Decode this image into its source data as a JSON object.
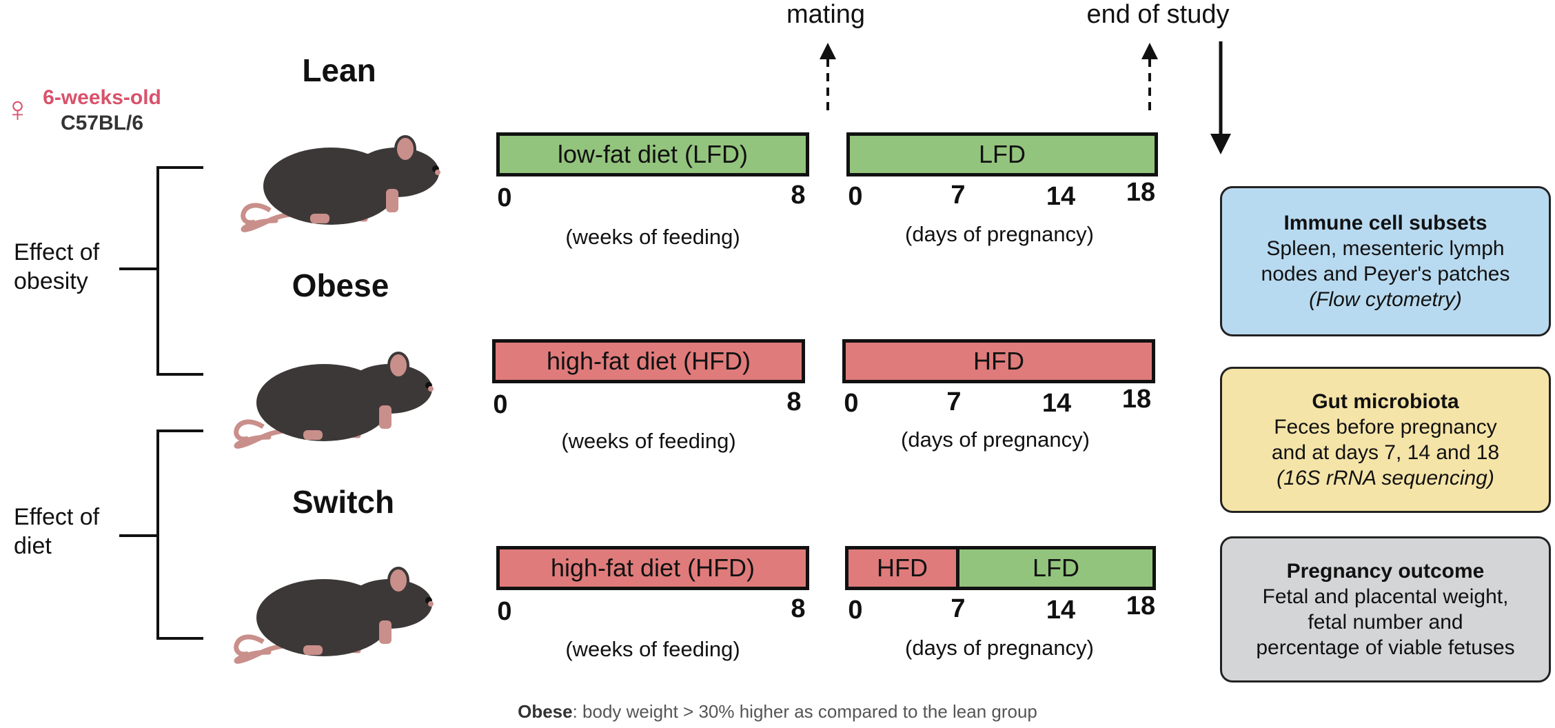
{
  "subject": {
    "line1": "6-weeks-old",
    "line2": "C57BL/6",
    "sex_symbol": "♀",
    "sex_icon": "female-symbol-icon"
  },
  "timepoints": {
    "mating": "mating",
    "end_of_study": "end of study"
  },
  "groups": [
    {
      "name": "Lean",
      "prefeeding_label": "low-fat diet (LFD)",
      "prefeeding_diet": "LFD",
      "prefeeding_ticks": [
        "0",
        "8"
      ],
      "prefeeding_unit": "(weeks of feeding)",
      "pregnancy_segments": [
        {
          "label": "LFD",
          "diet": "LFD"
        }
      ],
      "pregnancy_ticks": [
        "0",
        "7",
        "14",
        "18"
      ],
      "pregnancy_unit": "(days of pregnancy)"
    },
    {
      "name": "Obese",
      "prefeeding_label": "high-fat diet (HFD)",
      "prefeeding_diet": "HFD",
      "prefeeding_ticks": [
        "0",
        "8"
      ],
      "prefeeding_unit": "(weeks of feeding)",
      "pregnancy_segments": [
        {
          "label": "HFD",
          "diet": "HFD"
        }
      ],
      "pregnancy_ticks": [
        "0",
        "7",
        "14",
        "18"
      ],
      "pregnancy_unit": "(days of pregnancy)"
    },
    {
      "name": "Switch",
      "prefeeding_label": "high-fat diet (HFD)",
      "prefeeding_diet": "HFD",
      "prefeeding_ticks": [
        "0",
        "8"
      ],
      "prefeeding_unit": "(weeks of feeding)",
      "pregnancy_segments": [
        {
          "label": "HFD",
          "diet": "HFD"
        },
        {
          "label": "LFD",
          "diet": "LFD"
        }
      ],
      "pregnancy_ticks": [
        "0",
        "7",
        "14",
        "18"
      ],
      "pregnancy_unit": "(days of pregnancy)"
    }
  ],
  "comparisons": {
    "obesity": "Effect of obesity",
    "diet": "Effect of diet"
  },
  "outcomes": [
    {
      "title": "Immune cell subsets",
      "lines": [
        "Spleen, mesenteric lymph",
        "nodes and Peyer's patches"
      ],
      "method": "(Flow cytometry)"
    },
    {
      "title": "Gut microbiota",
      "lines": [
        "Feces before pregnancy",
        "and at days 7, 14 and 18"
      ],
      "method": "(16S rRNA sequencing)"
    },
    {
      "title": "Pregnancy outcome",
      "lines": [
        "Fetal and placental weight,",
        "fetal number and",
        "percentage of viable fetuses"
      ],
      "method": ""
    }
  ],
  "footnote": {
    "term": "Obese",
    "text": ": body weight > 30% higher as compared to the lean group"
  },
  "colors": {
    "lfd": "#93c47d",
    "hfd": "#e07b7b",
    "immune_panel": "#b8daf0",
    "microbiota_panel": "#f5e4a8",
    "outcome_panel": "#d4d5d7",
    "mouse_body": "#3d3838",
    "mouse_ear_tail": "#c98f8a",
    "female_symbol": "#d9526b"
  },
  "icons": {
    "mouse": "mouse-icon",
    "arrow_up": "dashed-arrow-up-icon",
    "arrow_down": "arrow-down-icon",
    "bracket": "bracket-icon"
  }
}
